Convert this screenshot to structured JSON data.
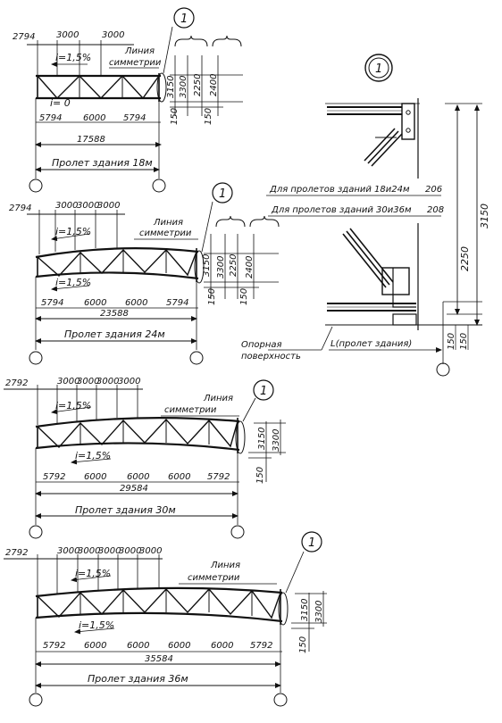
{
  "trusses": [
    {
      "name": "truss-18",
      "top_dims": [
        "2794",
        "3000",
        "3000"
      ],
      "slope_top": "i=1,5%",
      "slope_bottom": "i= 0",
      "symmetry_label": [
        "Линия",
        "симметрии"
      ],
      "bottom_dims": [
        "5794",
        "6000",
        "5794"
      ],
      "overall_dim": "17588",
      "span_label": "Пролет здания 18м",
      "callout": "1",
      "height_dims": [
        "3150",
        "3300",
        "2250",
        "2400",
        "150",
        "150"
      ]
    },
    {
      "name": "truss-24",
      "top_dims": [
        "2794",
        "3000",
        "3000",
        "3000"
      ],
      "slope_top": "i=1,5%",
      "slope_bottom": "i=1,5%",
      "symmetry_label": [
        "Линия",
        "симметрии"
      ],
      "bottom_dims": [
        "5794",
        "6000",
        "6000",
        "5794"
      ],
      "overall_dim": "23588",
      "span_label": "Пролет здания 24м",
      "callout": "1",
      "height_dims": [
        "3150",
        "3300",
        "2250",
        "2400",
        "150",
        "150"
      ]
    },
    {
      "name": "truss-30",
      "top_dims": [
        "2792",
        "3000",
        "3000",
        "3000",
        "3000"
      ],
      "slope_top": "i=1,5%",
      "slope_bottom": "i=1,5%",
      "symmetry_label": [
        "Линия",
        "симметрии"
      ],
      "bottom_dims": [
        "5792",
        "6000",
        "6000",
        "6000",
        "5792"
      ],
      "overall_dim": "29584",
      "span_label": "Пролет здания 30м",
      "callout": "1",
      "height_dims": [
        "3150",
        "3300",
        "150"
      ]
    },
    {
      "name": "truss-36",
      "top_dims": [
        "2792",
        "3000",
        "3000",
        "3000",
        "3000",
        "3000"
      ],
      "slope_top": "i=1,5%",
      "slope_bottom": "i=1,5%",
      "symmetry_label": [
        "Линия",
        "симметрии"
      ],
      "bottom_dims": [
        "5792",
        "6000",
        "6000",
        "6000",
        "6000",
        "5792"
      ],
      "overall_dim": "35584",
      "span_label": "Пролет здания 36м",
      "callout": "1",
      "height_dims": [
        "3150",
        "3300",
        "150"
      ]
    }
  ],
  "detail": {
    "callout": "1",
    "label_18_24": "Для пролетов зданий 18и24м",
    "value_18_24": "206",
    "label_30_36": "Для пролетов зданий 30и36м",
    "value_30_36": "208",
    "support_label": [
      "Опорная",
      "поверхность"
    ],
    "span_ref": "L(пролет здания)",
    "dims": [
      "3150",
      "2250",
      "150",
      "150"
    ]
  }
}
